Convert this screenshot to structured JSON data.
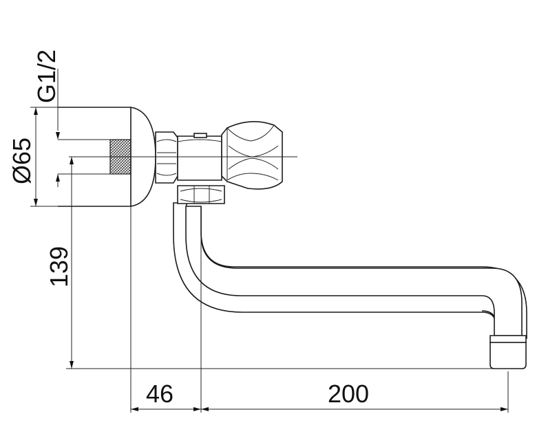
{
  "dimensions": {
    "thread": "G1/2",
    "flange_diameter": "Ø65",
    "height": "139",
    "offset": "46",
    "reach": "200"
  },
  "colors": {
    "line": "#1a1a1a",
    "background": "#ffffff"
  }
}
